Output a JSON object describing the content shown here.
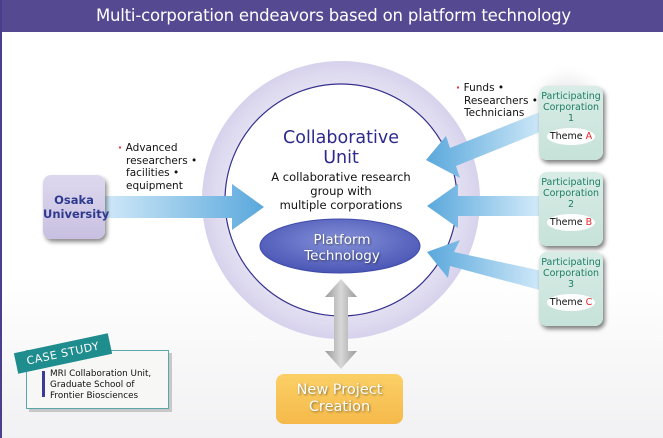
{
  "title": "Multi-corporation endeavors based on platform technology",
  "university": {
    "label_line1": "Osaka",
    "label_line2": "University",
    "contributions": [
      "Advanced",
      "researchers •",
      "facilities •",
      "equipment"
    ]
  },
  "collaborative_unit": {
    "title_line1": "Collaborative",
    "title_line2": "Unit",
    "description": [
      "A collaborative research",
      "group with",
      "multiple corporations"
    ]
  },
  "platform": {
    "line1": "Platform",
    "line2": "Technology"
  },
  "corporate_contributions": [
    "Funds •",
    "Researchers •",
    "Technicians"
  ],
  "corporations": [
    {
      "line1": "Participating",
      "line2": "Corporation",
      "number": "1",
      "theme_word": "Theme",
      "theme_letter": "A"
    },
    {
      "line1": "Participating",
      "line2": "Corporation",
      "number": "2",
      "theme_word": "Theme",
      "theme_letter": "B"
    },
    {
      "line1": "Participating",
      "line2": "Corporation",
      "number": "3",
      "theme_word": "Theme",
      "theme_letter": "C"
    }
  ],
  "new_project": {
    "line1": "New Project",
    "line2": "Creation"
  },
  "case_study": {
    "label": "CASE STUDY",
    "lines": [
      "MRI Collaboration Unit,",
      "Graduate School of",
      "Frontier Biosciences"
    ]
  },
  "colors": {
    "title_bar": "#554a92",
    "unit_title": "#2d2a8c",
    "corp_text": "#1d7e63",
    "theme_letter": "#e8242a",
    "new_project": "#f5b94a",
    "case_label": "#1f8c8e"
  }
}
